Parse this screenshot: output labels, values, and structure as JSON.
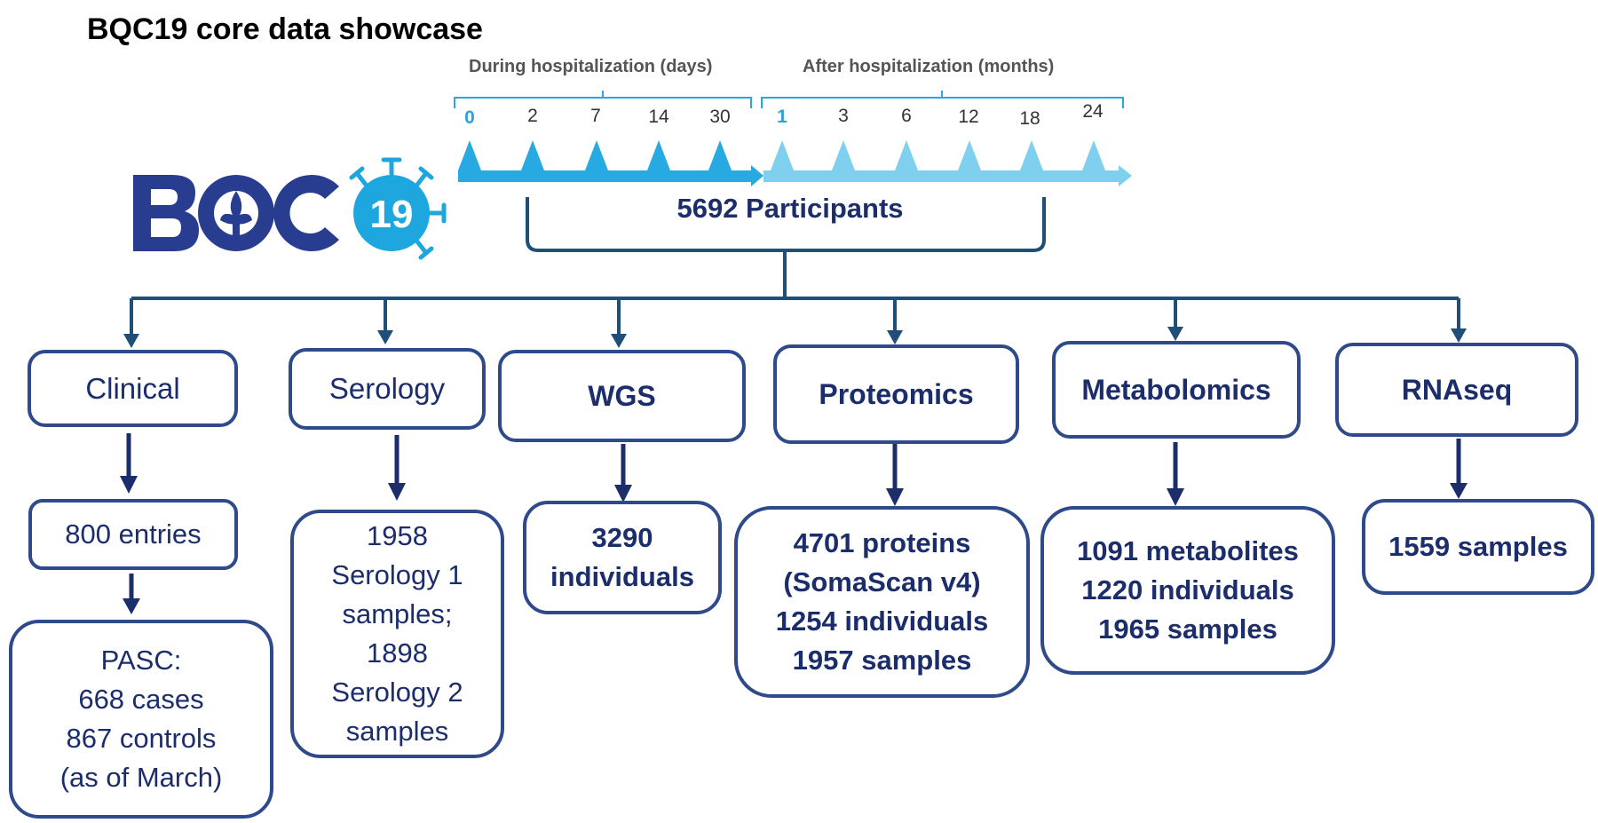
{
  "title": "BQC19 core data showcase",
  "logo": {
    "text": "BQC19",
    "colors": {
      "navy": "#283d8f",
      "cyan": "#1ea7df"
    }
  },
  "timeline": {
    "during_label": "During hospitalization (days)",
    "after_label": "After hospitalization (months)",
    "during_ticks": [
      "0",
      "2",
      "7",
      "14",
      "30"
    ],
    "after_ticks": [
      "1",
      "3",
      "6",
      "12",
      "18",
      "24"
    ],
    "colors": {
      "during": "#27a9e1",
      "after": "#7fd0ee"
    }
  },
  "participants": "5692 Participants",
  "branches": [
    {
      "header": "Clinical",
      "details": [
        "800 entries"
      ],
      "sub": [
        "PASC:",
        "668 cases",
        "867 controls",
        "(as of March)"
      ]
    },
    {
      "header": "Serology",
      "details": [
        "1958",
        "Serology 1",
        "samples;",
        "1898",
        "Serology 2",
        "samples"
      ]
    },
    {
      "header": "WGS",
      "details": [
        "3290",
        "individuals"
      ]
    },
    {
      "header": "Proteomics",
      "details": [
        "4701 proteins",
        "(SomaScan v4)",
        "1254 individuals",
        "1957 samples"
      ]
    },
    {
      "header": "Metabolomics",
      "details": [
        "1091 metabolites",
        "1220 individuals",
        "1965 samples"
      ]
    },
    {
      "header": "RNAseq",
      "details": [
        "1559 samples"
      ]
    }
  ],
  "colors": {
    "line": "#1f4e79",
    "box_border": "#2e4a8a",
    "text": "#1c2d6b"
  }
}
